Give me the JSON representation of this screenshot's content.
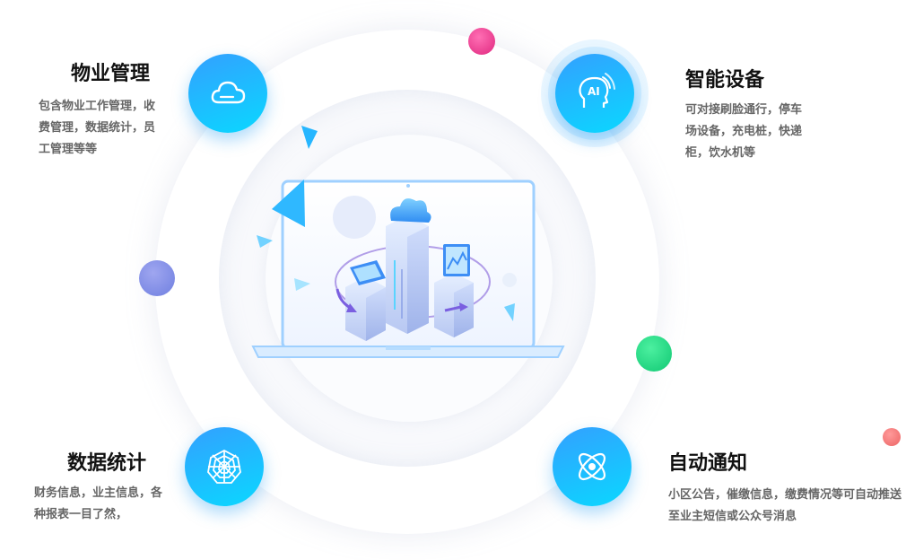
{
  "features": [
    {
      "id": "property",
      "title": "物业管理",
      "desc_lines": [
        "包含物业工作管理，收",
        "费管理，数据统计，员",
        "工管理等等"
      ],
      "icon": "cloud-icon"
    },
    {
      "id": "smart",
      "title": "智能设备",
      "desc_lines": [
        "可对接刷脸通行，停车",
        "场设备，充电桩，快递",
        "柜，饮水机等"
      ],
      "icon": "ai-head-icon",
      "icon_text": "AI"
    },
    {
      "id": "stats",
      "title": "数据统计",
      "desc_lines": [
        "财务信息，业主信息，各",
        "种报表一目了然，"
      ],
      "icon": "web-icon"
    },
    {
      "id": "notify",
      "title": "自动通知",
      "desc_lines": [
        "小区公告，催缴信息，缴费情况等可自动推送",
        "至业主短信或公众号消息"
      ],
      "icon": "atom-icon"
    }
  ],
  "colors": {
    "accent_gradient_start": "#33a0ff",
    "accent_gradient_end": "#0ad8ff",
    "dot_pink": "#e8358f",
    "dot_purple": "#7b7de0",
    "dot_green": "#16d47c",
    "dot_red": "#f06b6b",
    "title": "#111111",
    "desc": "#666666"
  }
}
